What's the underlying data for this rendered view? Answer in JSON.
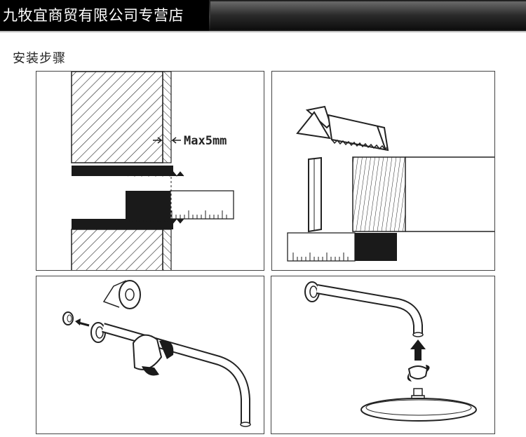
{
  "header": {
    "store_name": "九牧宜商贸有限公司专营店"
  },
  "section": {
    "title": "安装步骤"
  },
  "steps": [
    {
      "annotation": "Max5mm"
    }
  ],
  "colors": {
    "banner": "#000000",
    "line": "#1a1a1a",
    "panel_border": "#444444"
  }
}
